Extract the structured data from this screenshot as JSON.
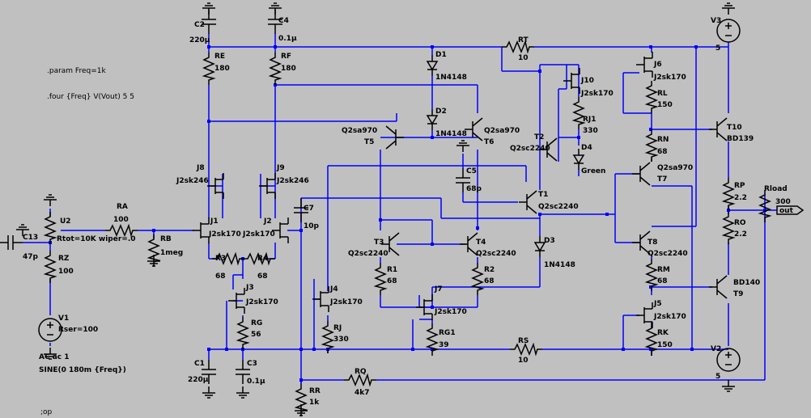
{
  "directives": {
    "param": ".param Freq=1k",
    "four": ".four {Freq} V(Vout) 5 5",
    "op": ";op"
  },
  "components": [
    {
      "id": "C2_top",
      "name": "C2",
      "value": "220µ"
    },
    {
      "id": "C4",
      "name": "C4",
      "value": "0.1µ"
    },
    {
      "id": "RE",
      "name": "RE",
      "value": "180"
    },
    {
      "id": "RF",
      "name": "RF",
      "value": "180"
    },
    {
      "id": "D1",
      "name": "D1",
      "value": "1N4148"
    },
    {
      "id": "D2",
      "name": "D2",
      "value": "1N4148"
    },
    {
      "id": "RT",
      "name": "RT",
      "value": "10"
    },
    {
      "id": "V3",
      "name": "V3",
      "value": "5"
    },
    {
      "id": "J6",
      "name": "J6",
      "value": "J2sk170"
    },
    {
      "id": "RL",
      "name": "RL",
      "value": "150"
    },
    {
      "id": "J10",
      "name": "J10",
      "value": "J2sk170"
    },
    {
      "id": "RJ1",
      "name": "RJ1",
      "value": "330"
    },
    {
      "id": "D4",
      "name": "D4",
      "value": "Green"
    },
    {
      "id": "T2",
      "name": "T2",
      "value": "Q2sc2240"
    },
    {
      "id": "T5",
      "name": "T5",
      "value": "Q2sa970"
    },
    {
      "id": "T6",
      "name": "T6",
      "value": "Q2sa970"
    },
    {
      "id": "RN",
      "name": "RN",
      "value": "68"
    },
    {
      "id": "T10",
      "name": "T10",
      "value": "BD139"
    },
    {
      "id": "T7",
      "name": "T7",
      "value": "Q2sa970"
    },
    {
      "id": "RP",
      "name": "RP",
      "value": "2.2"
    },
    {
      "id": "RO",
      "name": "RO",
      "value": "2.2"
    },
    {
      "id": "Rload",
      "name": "Rload",
      "value": "300"
    },
    {
      "id": "C5",
      "name": "C5",
      "value": "68p"
    },
    {
      "id": "T1",
      "name": "T1",
      "value": "Q2sc2240"
    },
    {
      "id": "J8",
      "name": "J8",
      "value": "J2sk246"
    },
    {
      "id": "J9",
      "name": "J9",
      "value": "J2sk246"
    },
    {
      "id": "J1",
      "name": "J1",
      "value": "J2sk170"
    },
    {
      "id": "J2",
      "name": "J2",
      "value": "J2sk170"
    },
    {
      "id": "C7",
      "name": "C7",
      "value": "10p"
    },
    {
      "id": "U2",
      "name": "U2",
      "value": "Rtot=10K wiper=.0"
    },
    {
      "id": "RA",
      "name": "RA",
      "value": "100"
    },
    {
      "id": "RB",
      "name": "RB",
      "value": "1meg"
    },
    {
      "id": "C13",
      "name": "C13",
      "value": "47p"
    },
    {
      "id": "RZ",
      "name": "RZ",
      "value": "100"
    },
    {
      "id": "R3",
      "name": "R3",
      "value": "68"
    },
    {
      "id": "R4",
      "name": "R4",
      "value": "68"
    },
    {
      "id": "J3",
      "name": "J3",
      "value": "J2sk170"
    },
    {
      "id": "RG",
      "name": "RG",
      "value": "56"
    },
    {
      "id": "T3",
      "name": "T3",
      "value": "Q2sc2240"
    },
    {
      "id": "T4",
      "name": "T4",
      "value": "Q2sc2240"
    },
    {
      "id": "R1",
      "name": "R1",
      "value": "68"
    },
    {
      "id": "R2",
      "name": "R2",
      "value": "68"
    },
    {
      "id": "D3",
      "name": "D3",
      "value": "1N4148"
    },
    {
      "id": "T8",
      "name": "T8",
      "value": "Q2sc2240"
    },
    {
      "id": "RM",
      "name": "RM",
      "value": "68"
    },
    {
      "id": "T9",
      "name": "T9",
      "value": "BD140"
    },
    {
      "id": "J4",
      "name": "J4",
      "value": "J2sk170"
    },
    {
      "id": "RJ",
      "name": "RJ",
      "value": "330"
    },
    {
      "id": "J7",
      "name": "J7",
      "value": "J2sk170"
    },
    {
      "id": "RG1",
      "name": "RG1",
      "value": "39"
    },
    {
      "id": "J5",
      "name": "J5",
      "value": "J2sk170"
    },
    {
      "id": "RK",
      "name": "RK",
      "value": "150"
    },
    {
      "id": "RS",
      "name": "RS",
      "value": "10"
    },
    {
      "id": "V2",
      "name": "V2",
      "value": "5"
    },
    {
      "id": "V1",
      "name": "V1",
      "value": "Rser=100"
    },
    {
      "id": "C1",
      "name": "C1",
      "value": "220µ"
    },
    {
      "id": "C3",
      "name": "C3",
      "value": "0.1µ"
    },
    {
      "id": "RQ",
      "name": "RQ",
      "value": "4k7"
    },
    {
      "id": "RR",
      "name": "RR",
      "value": "1k"
    }
  ],
  "v1_spec": {
    "ac": "AC ac 1",
    "sine": "SINE(0 180m {Freq})"
  },
  "net_labels": {
    "out": "out"
  }
}
